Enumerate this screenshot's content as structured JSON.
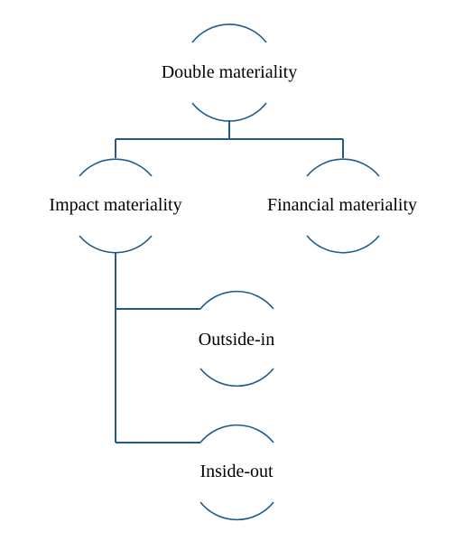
{
  "colors": {
    "line": "#1f5b8e",
    "text": "#000000",
    "background": "#ffffff"
  },
  "nodes": {
    "double_materiality": "Double materiality",
    "impact_materiality": "Impact materiality",
    "financial_materiality": "Financial materiality",
    "outside_in": "Outside-in",
    "inside_out": "Inside-out"
  }
}
